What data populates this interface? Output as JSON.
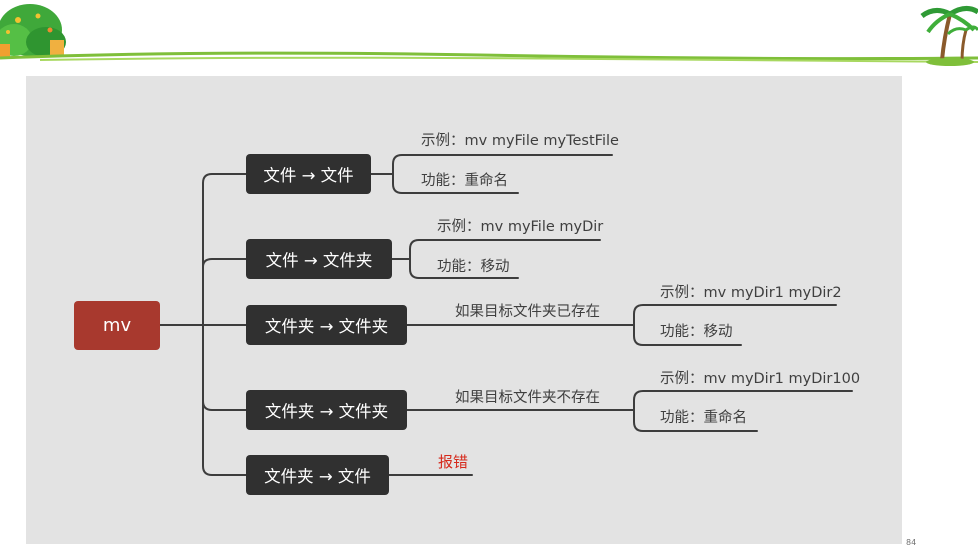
{
  "root": {
    "label": "mv"
  },
  "branches": [
    {
      "label": "文件 → 文件"
    },
    {
      "label": "文件 → 文件夹"
    },
    {
      "label": "文件夹 → 文件夹"
    },
    {
      "label": "文件夹 → 文件夹"
    },
    {
      "label": "文件夹 → 文件"
    }
  ],
  "conditions": [
    "如果目标文件夹已存在",
    "如果目标文件夹不存在"
  ],
  "leaves": [
    {
      "example": "示例：mv myFile myTestFile",
      "function": "功能：重命名"
    },
    {
      "example": "示例：mv myFile myDir",
      "function": "功能：移动"
    },
    {
      "example": "示例：mv myDir1 myDir2",
      "function": "功能：移动"
    },
    {
      "example": "示例：mv myDir1 myDir100",
      "function": "功能：重命名"
    }
  ],
  "error_label": "报错",
  "page_number": "84",
  "colors": {
    "root": "#a8392e",
    "branch": "#303030",
    "connector": "#3d3d3d",
    "error": "#d62a1c",
    "canvas": "#e3e3e3",
    "header_line": "#7fbf3a"
  }
}
